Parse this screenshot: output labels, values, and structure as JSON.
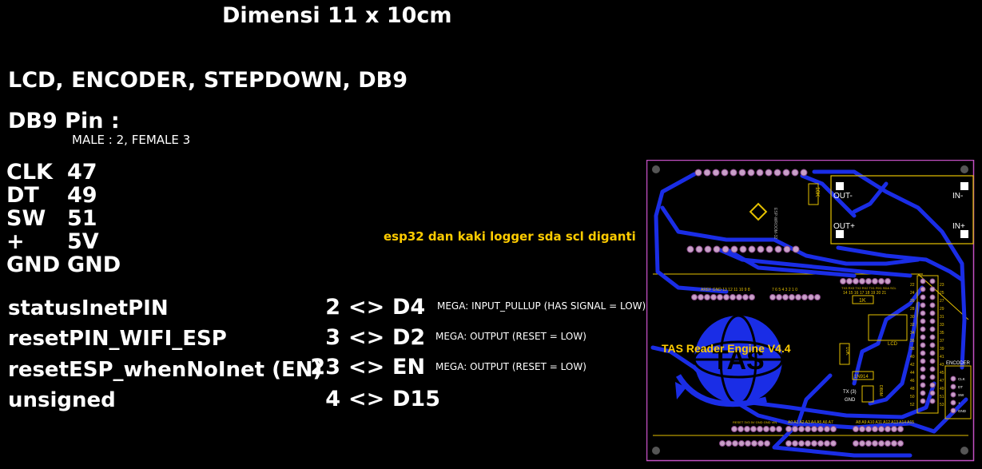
{
  "title": "Dimensi 11 x 10cm",
  "heading_components": "LCD, ENCODER, STEPDOWN, DB9",
  "db9": {
    "heading": "DB9 Pin :",
    "subtext": "MALE : 2, FEMALE 3"
  },
  "encoder_pins": [
    {
      "name": "CLK",
      "value": "47"
    },
    {
      "name": "DT",
      "value": "49"
    },
    {
      "name": "SW",
      "value": "51"
    },
    {
      "name": "+",
      "value": "5V"
    },
    {
      "name": "GND",
      "value": "GND"
    }
  ],
  "note": "esp32 dan kaki logger sda scl diganti",
  "signals": [
    {
      "name": "statusInetPIN",
      "num": "2",
      "arrow": "<>",
      "target": "D4",
      "note": "MEGA: INPUT_PULLUP (HAS SIGNAL = LOW)"
    },
    {
      "name": "resetPIN_WIFI_ESP",
      "num": "3",
      "arrow": "<>",
      "target": "D2",
      "note": "MEGA: OUTPUT (RESET = LOW)"
    },
    {
      "name": "resetESP_whenNoInet (EN)",
      "num": "23",
      "arrow": "<>",
      "target": "EN",
      "note": "MEGA: OUTPUT (RESET = LOW)"
    },
    {
      "name": "unsigned",
      "num": "4",
      "arrow": "<>",
      "target": "D15",
      "note": ""
    }
  ],
  "pcb": {
    "board_title": "TAS Reader Engine V4.4",
    "logo_text": "TAS",
    "labels": {
      "out_minus": "OUT-",
      "in_minus": "IN-",
      "out_plus": "OUT+",
      "in_plus": "IN+",
      "resistor_1k": "1K",
      "resistor_10k": "10K",
      "lcd": "LCD",
      "encoder": "ENCODER",
      "diode": "1N914",
      "tx": "TX (3)",
      "gnd": "GND",
      "db9m": "DB9M",
      "aref": "AREF GND 13 12 11 10 9 8",
      "digital_low": "7 6 5 4 3 2 1 0",
      "comm": "TX3 RX3 TX2 RX2 TX1 RX1 SDA SCL",
      "comm_nums": "14 15 16 17 18 19 20 21",
      "analog_low": "A0 A1 A2 A3 A4 A5 A6 A7",
      "analog_high": "A8 A9 A10 A11 A12 A13 A14 A15",
      "power": "RESET 3V3 5V GND GND VIN",
      "esp_label": "ESP-WROOM-32",
      "encoder_pins": [
        "CLK",
        "DT",
        "SW",
        "+",
        "GND"
      ],
      "header_left": [
        "22",
        "24",
        "26",
        "28",
        "30",
        "32",
        "34",
        "36",
        "38",
        "40",
        "42",
        "44",
        "46",
        "48",
        "50",
        "52"
      ],
      "header_right": [
        "23",
        "25",
        "27",
        "29",
        "31",
        "33",
        "35",
        "37",
        "39",
        "41",
        "43",
        "45",
        "47",
        "49",
        "51",
        "53"
      ]
    }
  }
}
